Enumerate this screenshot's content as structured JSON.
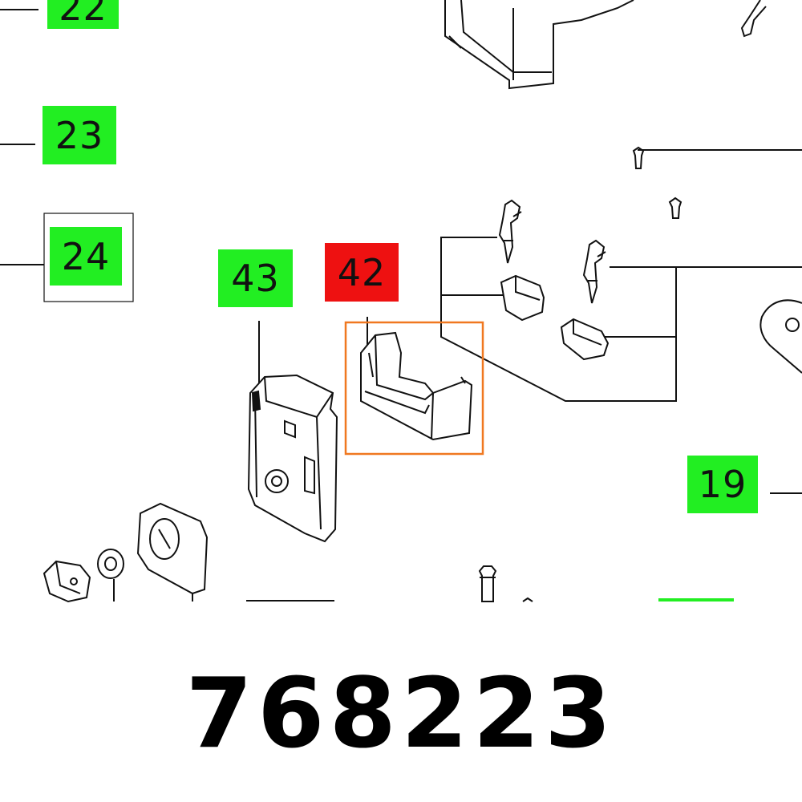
{
  "colors": {
    "callout_green": "#22ee22",
    "callout_red": "#ee1111",
    "highlight_box": "#f07820",
    "line": "#111111"
  },
  "callouts": [
    {
      "text": "22",
      "color": "green"
    },
    {
      "text": "23",
      "color": "green"
    },
    {
      "text": "24",
      "color": "green"
    },
    {
      "text": "43",
      "color": "green"
    },
    {
      "text": "42",
      "color": "red"
    },
    {
      "text": "19",
      "color": "green"
    }
  ],
  "part_number": "768223"
}
